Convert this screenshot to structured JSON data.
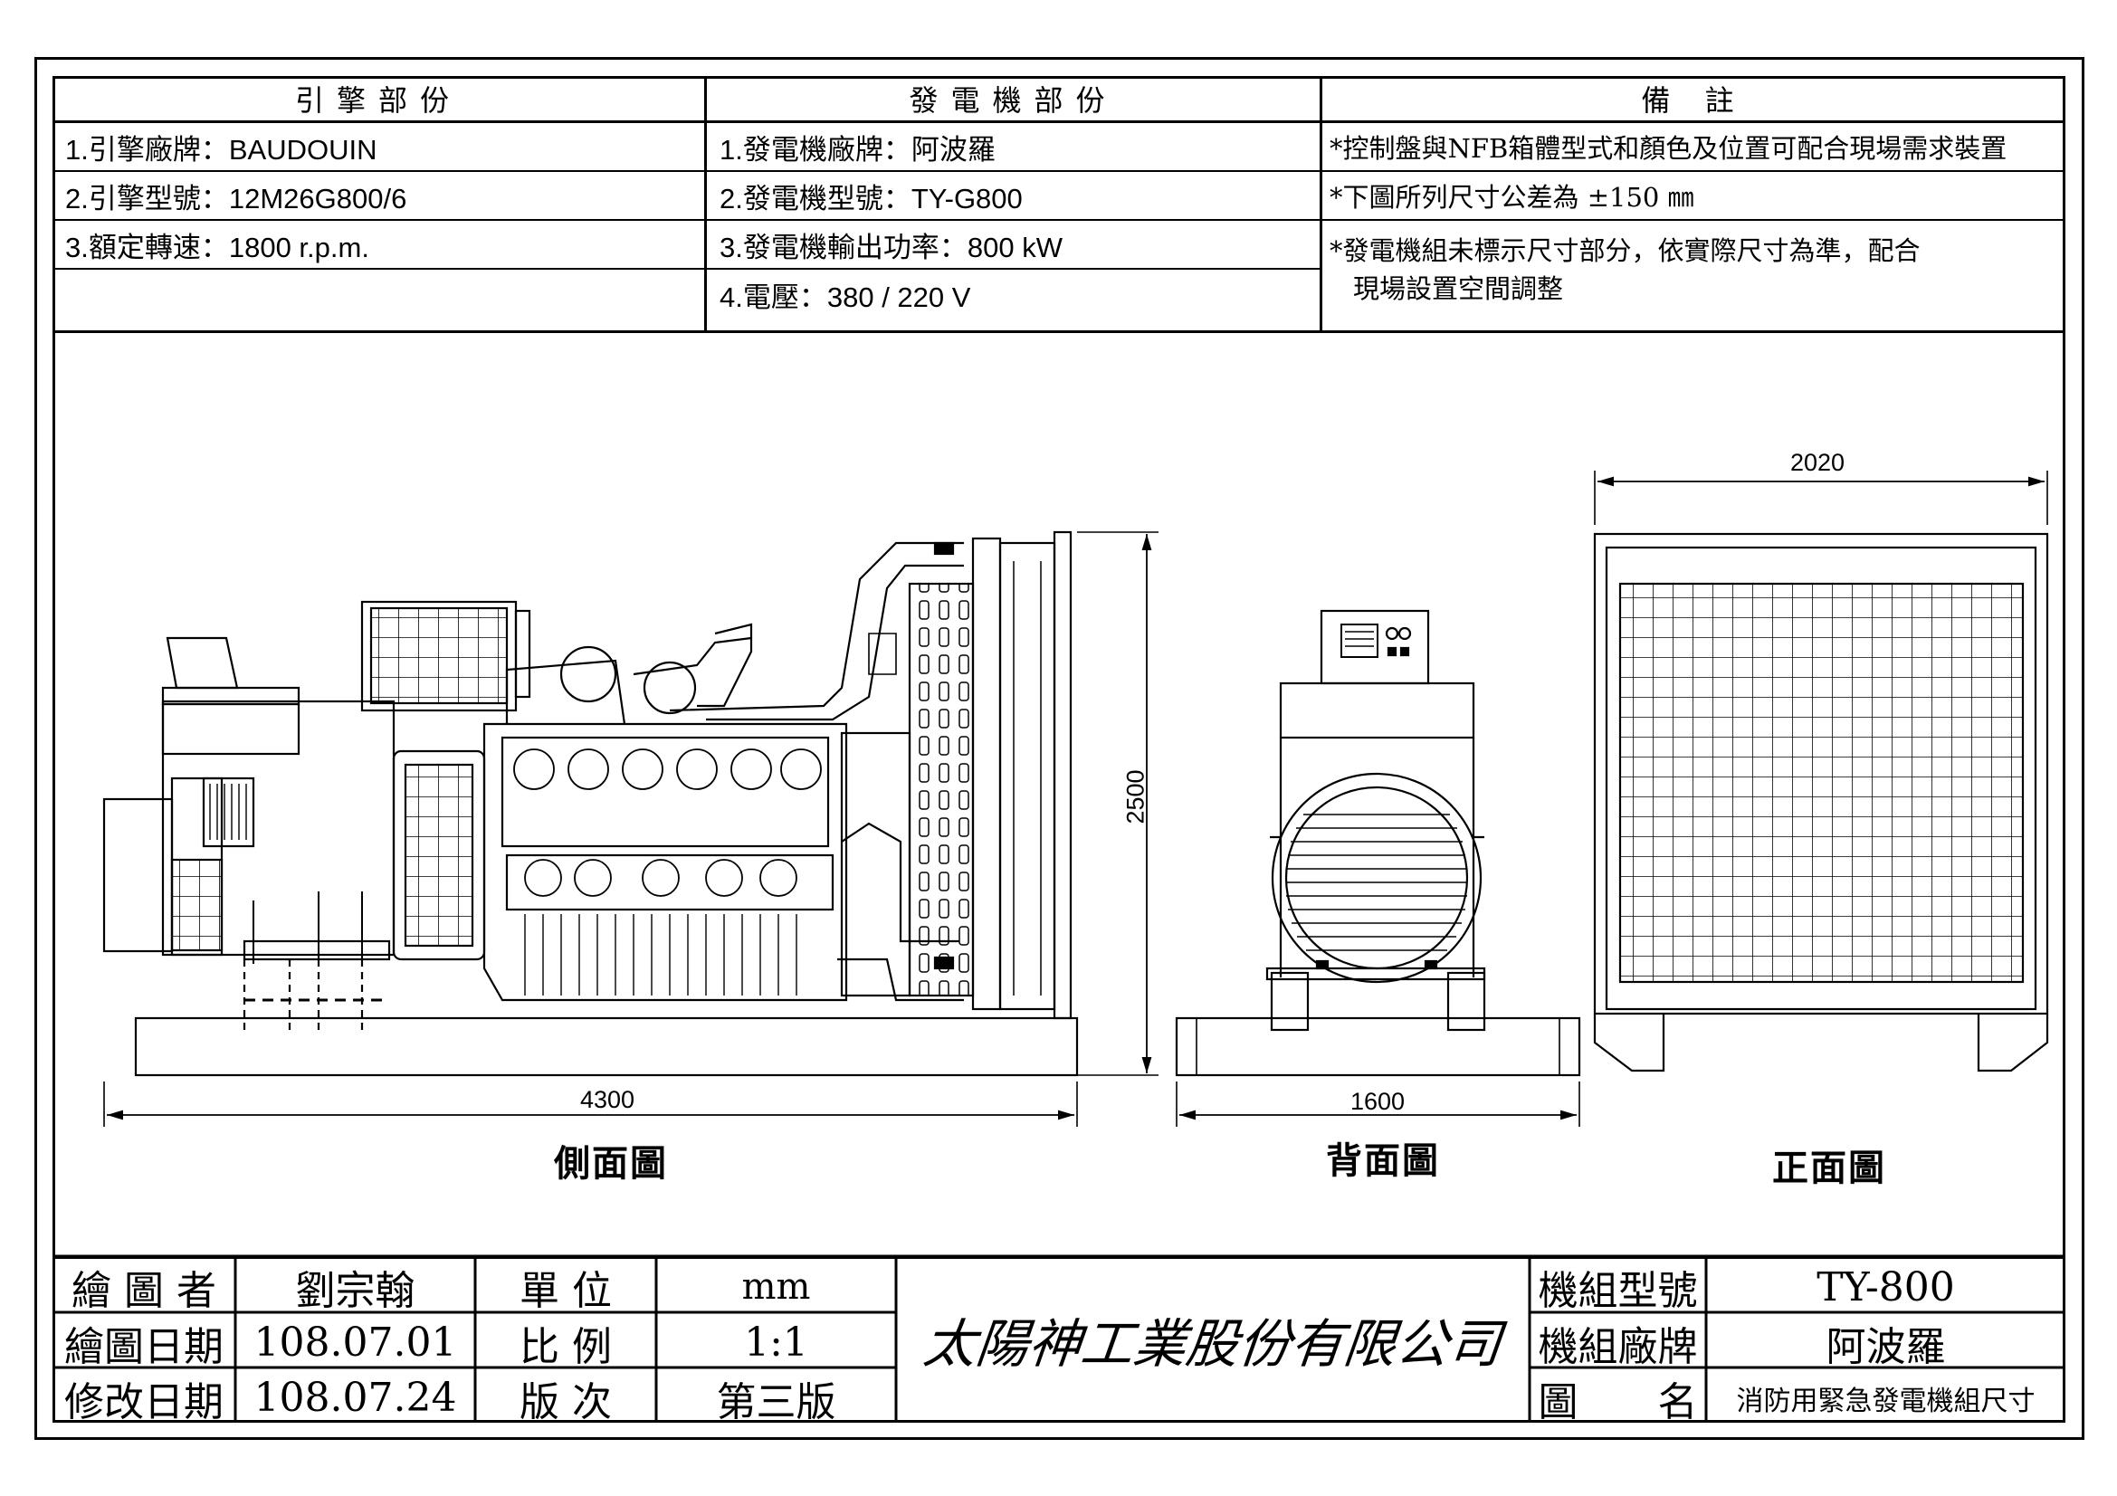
{
  "engine_section": {
    "heading": "引擎部份",
    "rows": [
      "1.引擎廠牌：BAUDOUIN",
      "2.引擎型號：12M26G800/6",
      "3.額定轉速：1800 r.p.m.",
      ""
    ]
  },
  "generator_section": {
    "heading": "發電機部份",
    "rows": [
      "1.發電機廠牌：阿波羅",
      "2.發電機型號：TY-G800",
      "3.發電機輸出功率：800 kW",
      "4.電壓：380 / 220 V"
    ]
  },
  "notes_section": {
    "heading": "備 註",
    "note1": "*控制盤與NFB箱體型式和顏色及位置可配合現場需求裝置",
    "note2": "*下圖所列尺寸公差為 ±150 ㎜",
    "note3_line1": "*發電機組未標示尺寸部分，依實際尺寸為準，配合",
    "note3_line2": "現場設置空間調整"
  },
  "dimensions": {
    "side_length": "4300",
    "height": "2500",
    "back_width": "1600",
    "front_width": "2020"
  },
  "view_titles": {
    "side": "側面圖",
    "back": "背面圖",
    "front": "正面圖"
  },
  "title_block": {
    "drawn_by_label": "繪 圖 者",
    "drawn_by": "劉宗翰",
    "unit_label": "單 位",
    "unit": "mm",
    "draw_date_label": "繪圖日期",
    "draw_date": "108.07.01",
    "scale_label": "比 例",
    "scale": "1:1",
    "revise_date_label": "修改日期",
    "revise_date": "108.07.24",
    "version_label": "版 次",
    "version": "第三版",
    "company": "太陽神工業股份有限公司",
    "model_label": "機組型號",
    "model": "TY-800",
    "brand_label": "機組廠牌",
    "brand": "阿波羅",
    "drawing_name_label": "圖　　名",
    "drawing_name": "消防用緊急發電機組尺寸"
  }
}
